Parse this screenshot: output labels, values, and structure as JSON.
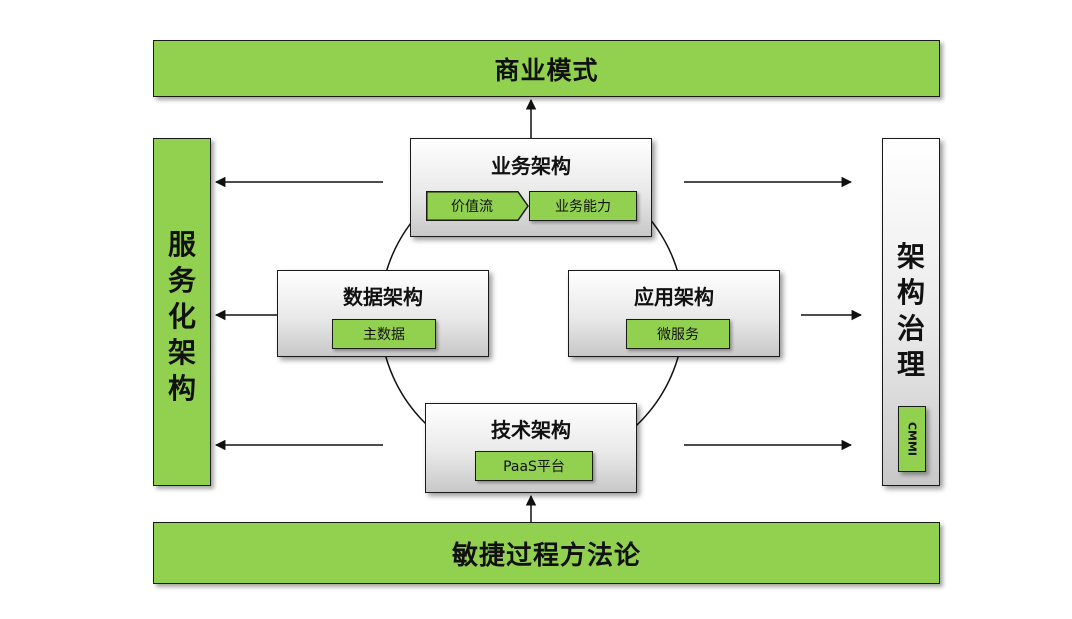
{
  "top_band": {
    "label": "商业模式"
  },
  "bottom_band": {
    "label": "敏捷过程方法论"
  },
  "left_bar": {
    "label": "服务化架构",
    "chars": [
      "服",
      "务",
      "化",
      "架",
      "构"
    ]
  },
  "right_bar": {
    "label": "架构治理",
    "chars": [
      "架",
      "构",
      "治",
      "理"
    ],
    "chip": "CMMI"
  },
  "business": {
    "title": "业务架构",
    "chips": [
      "价值流",
      "业务能力"
    ]
  },
  "data_arch": {
    "title": "数据架构",
    "chip": "主数据"
  },
  "app_arch": {
    "title": "应用架构",
    "chip": "微服务"
  },
  "tech_arch": {
    "title": "技术架构",
    "chip": "PaaS平台"
  },
  "colors": {
    "green": "#92d050",
    "border": "#1a1a1a",
    "gray_bottom": "#c8c8c8"
  }
}
